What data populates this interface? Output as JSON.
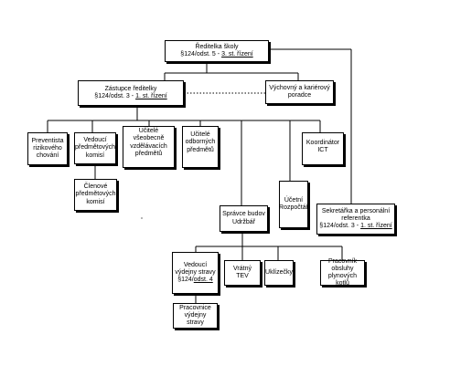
{
  "diagram": {
    "reditelka": {
      "title": "Ředitelka školy",
      "sub_prefix": "§124/odst. 5 - ",
      "sub_link": "3. st. řízení"
    },
    "zastupce": {
      "title": "Zástupce ředitelky",
      "sub_prefix": "§124/odst. 3 - ",
      "sub_link": "1. st. řízení"
    },
    "vychovny": {
      "line1": "Výchovný a kariérový",
      "line2": "poradce"
    },
    "preventista": {
      "line1": "Preventista",
      "line2": "rizikového",
      "line3": "chování"
    },
    "vedouci_komisi": {
      "line1": "Vedoucí",
      "line2": "předmětových",
      "line3": "komisí"
    },
    "ucitele_vzdel": {
      "line1": "Učitelé všeobecně",
      "line2": "vzdělávacích",
      "line3": "předmětů"
    },
    "ucitele_odbor": {
      "line1": "Učitelé",
      "line2": "odborných",
      "line3": "předmětů"
    },
    "koordinator": {
      "line1": "Koordinátor",
      "line2": "ICT"
    },
    "clenove": {
      "line1": "Členové",
      "line2": "předmětových",
      "line3": "komisí"
    },
    "spravce": {
      "line1": "Správce budov",
      "line2": "Udržbář"
    },
    "ucetni": {
      "line1": "Účetní",
      "line2": "Rozpočtář"
    },
    "sekretarka": {
      "line1": "Sekretářka a personální",
      "line2": "referentka",
      "sub_prefix": "§124/odst. 3 - ",
      "sub_link": "1. st. řízení"
    },
    "vedouci_vydejny": {
      "line1": "Vedoucí",
      "line2": "výdejny stravy",
      "sub_prefix": "§124/",
      "sub_link": "odst. 4"
    },
    "vratny": {
      "line1": "Vrátný TEV"
    },
    "uklizecky": {
      "line1": "Uklízečky"
    },
    "pracovnik": {
      "line1": "Pracovník",
      "line2": "obsluhy plynových",
      "line3": "kotlů"
    },
    "pracovnice": {
      "line1": "Pracovnice",
      "line2": "výdejny stravy"
    }
  }
}
